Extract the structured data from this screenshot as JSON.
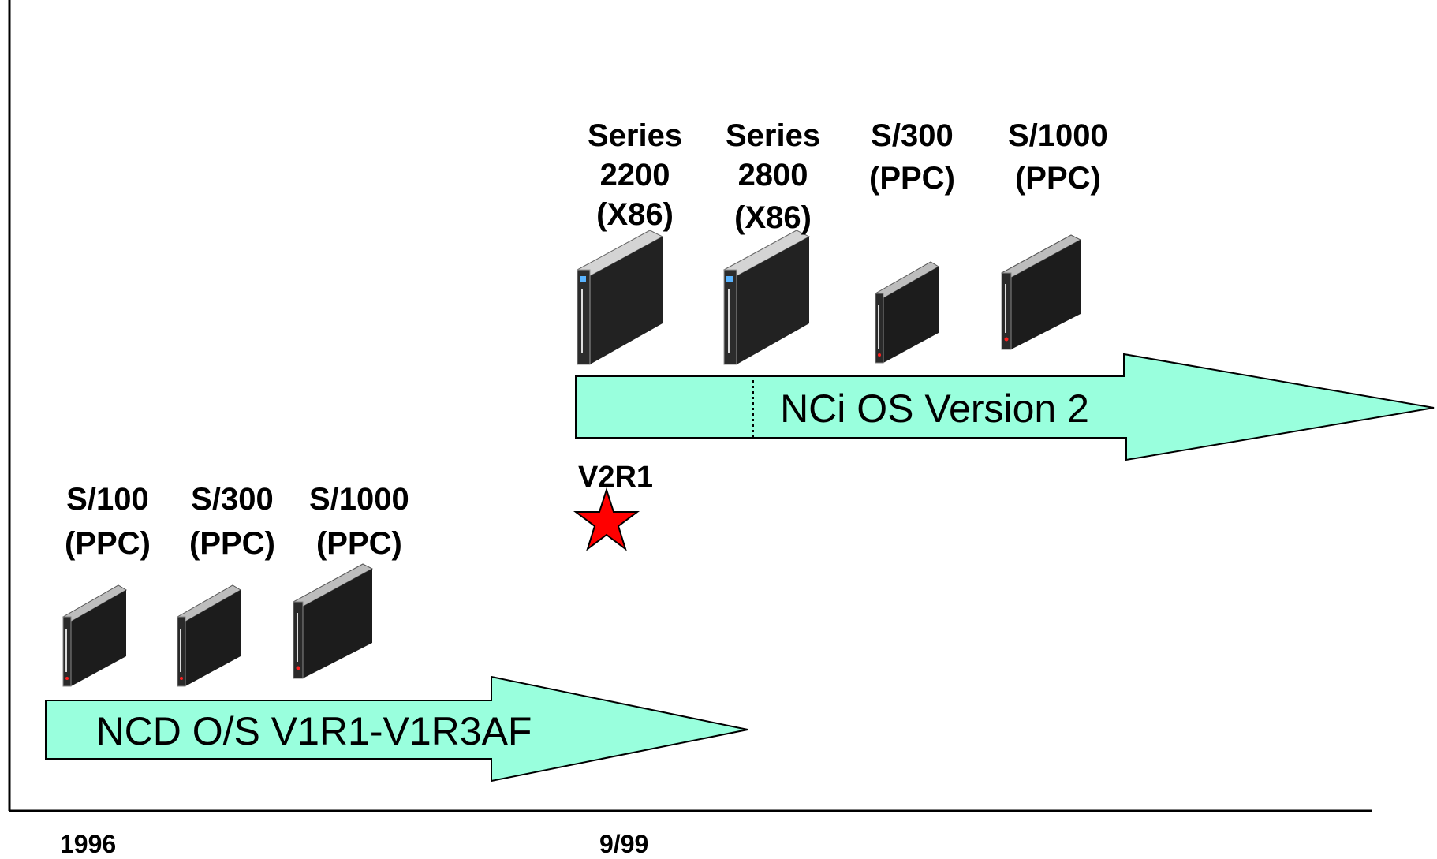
{
  "timeline": {
    "start_label": "1996",
    "mid_label": "9/99"
  },
  "phases": [
    {
      "arrow_label": "NCD O/S V1R1-V1R3AF",
      "devices": [
        {
          "line1": "S/100",
          "line2": "(PPC)"
        },
        {
          "line1": "S/300",
          "line2": "(PPC)"
        },
        {
          "line1": "S/1000",
          "line2": "(PPC)"
        }
      ]
    },
    {
      "arrow_label": "NCi OS Version 2",
      "milestone": "V2R1",
      "devices": [
        {
          "line1": "Series",
          "line2": "2200",
          "line3": "(X86)"
        },
        {
          "line1": "Series",
          "line2": "2800",
          "line3": "(X86)"
        },
        {
          "line1": "S/300",
          "line2": "(PPC)"
        },
        {
          "line1": "S/1000",
          "line2": "(PPC)"
        }
      ]
    }
  ],
  "colors": {
    "arrow_fill": "#99ffdd",
    "arrow_stroke": "#000000",
    "device_body": "#1c1c1c",
    "device_top": "#c8c8c8",
    "star": "#ff0000",
    "axis": "#000000"
  },
  "icons": {
    "device": "thin-client-tower-icon",
    "milestone": "star-icon"
  }
}
